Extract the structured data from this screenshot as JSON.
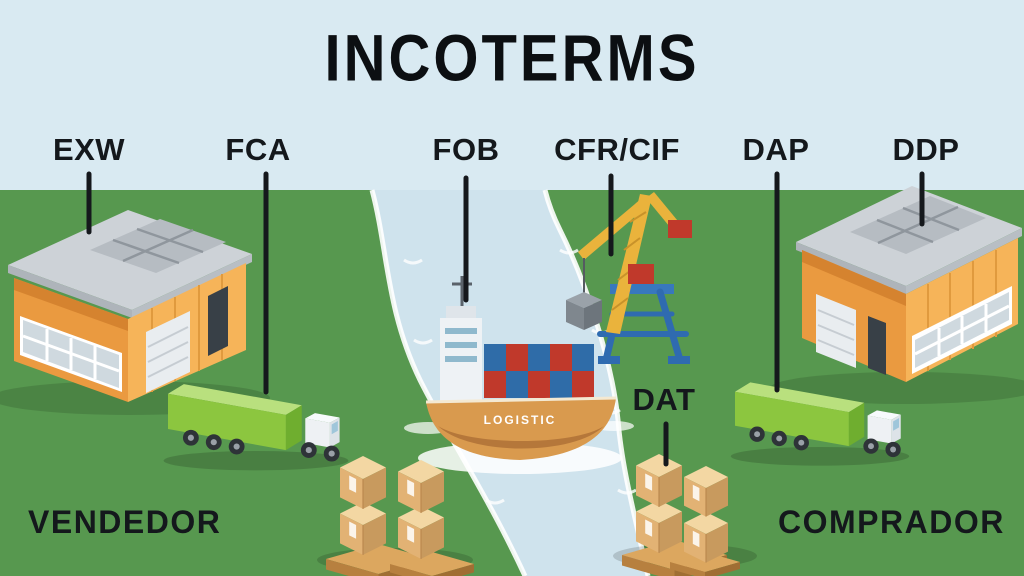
{
  "title": "INCOTERMS",
  "labels": {
    "exw": "EXW",
    "fca": "FCA",
    "fob": "FOB",
    "cfr_cif": "CFR/CIF",
    "dap": "DAP",
    "ddp": "DDP",
    "dat": "DAT"
  },
  "parties": {
    "seller": "VENDEDOR",
    "buyer": "COMPRADOR"
  },
  "ship": {
    "hull_text": "LOGISTIC"
  },
  "colors": {
    "sky": "#d9eaf2",
    "ground": "#57984f",
    "river": "#cfe3ed",
    "warehouse_orange": "#ea9a40",
    "warehouse_orange_light": "#f6b459",
    "roof_gray": "#cdd2d7",
    "truck_green": "#8cc63f",
    "crane_yellow": "#eab33c",
    "crane_blue": "#2f6bb0",
    "container_red": "#c0392b",
    "container_blue": "#2f6ca8",
    "box_tan": "#e2b274",
    "connector_line": "#15181c",
    "text": "#14181c"
  }
}
